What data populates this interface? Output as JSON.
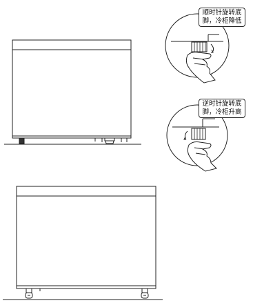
{
  "diagram": {
    "callouts": [
      {
        "id": "lower",
        "text": "顺时针旋转底\n脚，冷柜降低"
      },
      {
        "id": "raise",
        "text": "逆时针旋转底\n脚，冷柜升高"
      }
    ],
    "icons": [
      "rotate-clockwise-icon",
      "rotate-counterclockwise-icon"
    ]
  }
}
